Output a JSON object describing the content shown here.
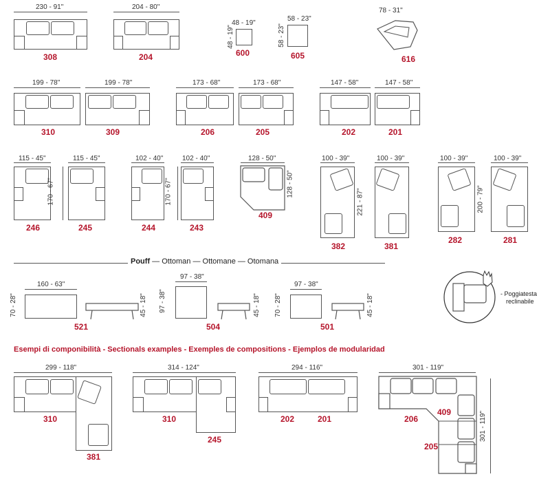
{
  "row1": {
    "m308": {
      "width": "230 - 91\"",
      "code": "308"
    },
    "m204": {
      "width": "204 - 80\"",
      "code": "204"
    },
    "m600": {
      "width": "48 - 19\"",
      "depth": "48 - 19\"",
      "code": "600"
    },
    "m605": {
      "width": "58 - 23\"",
      "depth": "58 - 23\"",
      "code": "605"
    },
    "m616": {
      "width": "78 - 31\"",
      "code": "616"
    }
  },
  "row2": {
    "m310": {
      "width": "199 - 78\"",
      "code": "310"
    },
    "m309": {
      "width": "199 - 78\"",
      "code": "309"
    },
    "m206": {
      "width": "173 - 68\"",
      "code": "206"
    },
    "m205": {
      "width": "173 - 68\"",
      "code": "205"
    },
    "m202": {
      "width": "147 - 58\"",
      "code": "202"
    },
    "m201": {
      "width": "147 - 58\"",
      "code": "201"
    }
  },
  "row3": {
    "m246": {
      "width": "115 - 45\"",
      "code": "246"
    },
    "m245": {
      "width": "115 - 45\"",
      "code": "245"
    },
    "depth_a": "170 - 67\"",
    "m244": {
      "width": "102 - 40\"",
      "code": "244"
    },
    "m243": {
      "width": "102 - 40\"",
      "code": "243"
    },
    "depth_b": "170 - 67\"",
    "m409": {
      "width": "128 - 50\"",
      "depth": "128 - 50\"",
      "code": "409"
    },
    "m382": {
      "width": "100 - 39\"",
      "code": "382"
    },
    "m381": {
      "width": "100 - 39\"",
      "code": "381"
    },
    "depth_c": "221 - 87\"",
    "m282": {
      "width": "100 - 39\"",
      "code": "282"
    },
    "m281": {
      "width": "100 - 39\"",
      "code": "281"
    },
    "depth_d": "200 - 79\""
  },
  "pouff": {
    "title_bold": "Pouff",
    "title_rest": " — Ottoman — Ottomane — Otomana",
    "m521": {
      "width": "160 - 63\"",
      "depth": "70 - 28\"",
      "height": "45 - 18\"",
      "code": "521"
    },
    "m504": {
      "width": "97 - 38\"",
      "depth": "97 - 38\"",
      "height": "45 - 18\"",
      "code": "504"
    },
    "m501": {
      "width": "97 - 38\"",
      "depth": "70 - 28\"",
      "height": "45 - 18\"",
      "code": "501"
    }
  },
  "headrest_note": {
    "line1": "- Poggiatesta",
    "line2": "reclinabile"
  },
  "examples": {
    "title": "Esempi di componibilità  -  Sectionals examples - Exemples de compositions - Ejemplos de modularidad",
    "ex1": {
      "width": "299 - 118\"",
      "codes": [
        "310",
        "381"
      ]
    },
    "ex2": {
      "width": "314 - 124\"",
      "codes": [
        "310",
        "245"
      ]
    },
    "ex3": {
      "width": "294 - 116\"",
      "codes": [
        "202",
        "201"
      ]
    },
    "ex4": {
      "width": "301 - 119\"",
      "depth": "301 - 119\"",
      "codes": [
        "206",
        "409",
        "205"
      ]
    }
  },
  "colors": {
    "accent": "#b5152b",
    "line": "#555555"
  }
}
